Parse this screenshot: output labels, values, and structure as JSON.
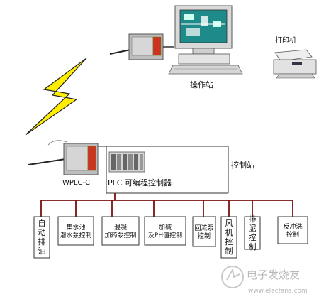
{
  "operator_station": {
    "label": "操作站"
  },
  "printer": {
    "label": "打印机"
  },
  "control_station": {
    "label": "控制站"
  },
  "wplc_device": {
    "label": "WPLC-C"
  },
  "plc": {
    "label": "PLC 可编程控制器"
  },
  "modules": [
    {
      "label": "自动排油",
      "orientation": "vertical"
    },
    {
      "label": "集水池\n潜水泵控制",
      "orientation": "horizontal"
    },
    {
      "label": "混凝\n加药泵控制",
      "orientation": "horizontal"
    },
    {
      "label": "加碱\n及PH值控制",
      "orientation": "horizontal"
    },
    {
      "label": "回流泵\n控制",
      "orientation": "horizontal"
    },
    {
      "label": "风机控制",
      "orientation": "vertical"
    },
    {
      "label": "排泥控制",
      "orientation": "vertical"
    },
    {
      "label": "反冲洗\n控制",
      "orientation": "horizontal"
    }
  ],
  "watermark": {
    "text": "电子发烧友",
    "subtext": "www.elecfans.com"
  },
  "colors": {
    "bus_line": "#7a1010",
    "box_border": "#333333",
    "bolt_fill": "#ffee00",
    "bolt_stroke": "#222222",
    "device_body": "#c9c9c9",
    "device_panel": "#cc3322"
  }
}
